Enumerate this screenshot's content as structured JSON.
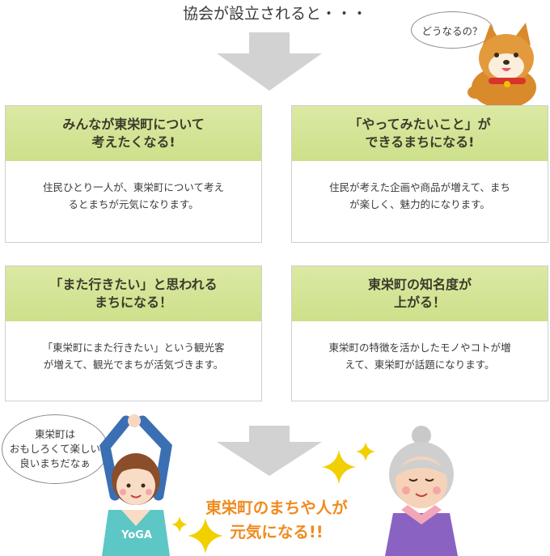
{
  "heading": "協会が設立されると・・・",
  "dog_bubble": "どうなるの？",
  "cards": [
    {
      "title": "みんなが東栄町について\n考えたくなる!",
      "body": "住民ひとり一人が、東栄町について考え\nるとまちが元気になります。"
    },
    {
      "title": "「やってみたいこと」が\nできるまちになる!",
      "body": "住民が考えた企画や商品が増えて、まち\nが楽しく、魅力的になります。"
    },
    {
      "title": "「また行きたい」と思われる\nまちになる！",
      "body": "「東栄町にまた行きたい」という観光客\nが増えて、観光でまちが活気づきます。"
    },
    {
      "title": "東栄町の知名度が\n上がる！",
      "body": "東栄町の特徴を活かしたモノやコトが増\nえて、東栄町が話題になります。"
    }
  ],
  "woman_bubble": "東栄町は\nおもしろくて楽しい\n良いまちだなぁ",
  "shirt_text": "YoGA",
  "result": "東栄町のまちや人が\n元気になる!!",
  "colors": {
    "card_head": "#d4e497",
    "result_text": "#f08a1e",
    "arrow": "#cfcfcf",
    "sparkle": "#f2d000"
  }
}
